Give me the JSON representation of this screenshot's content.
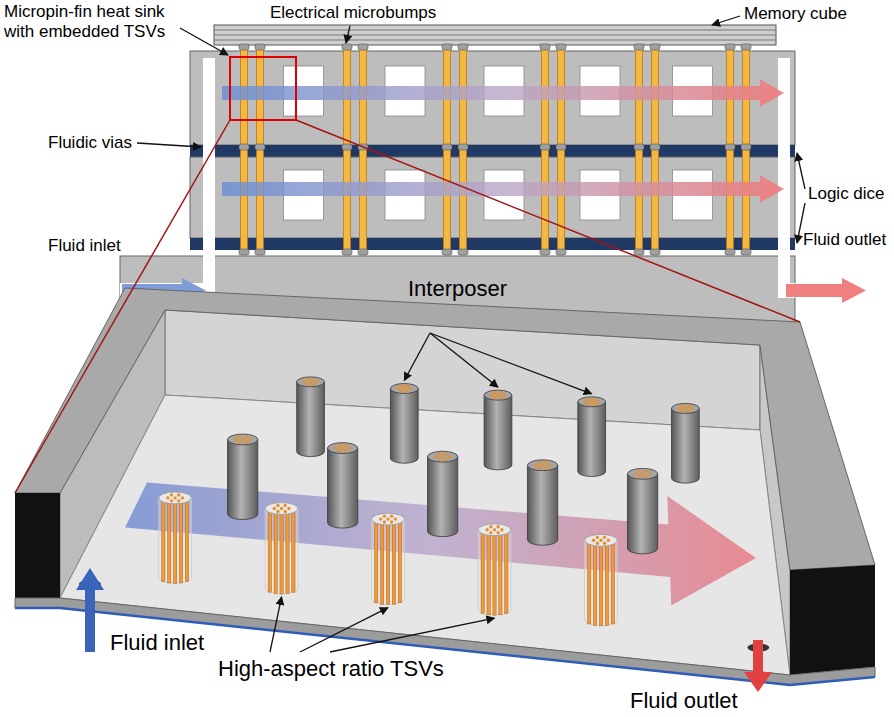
{
  "diagram": {
    "nodes": [
      {
        "text": [
          "Interposer"
        ]
      }
    ],
    "labels": [
      "Micropin-fin heat sink with embedded TSVs",
      "Electrical microbumps",
      "Memory cube",
      "Fluidic vias",
      "Logic dice",
      "Fluid inlet",
      "Fluid outlet",
      "Fluid inlet",
      "High-aspect ratio TSVs",
      "Fluid outlet"
    ]
  }
}
